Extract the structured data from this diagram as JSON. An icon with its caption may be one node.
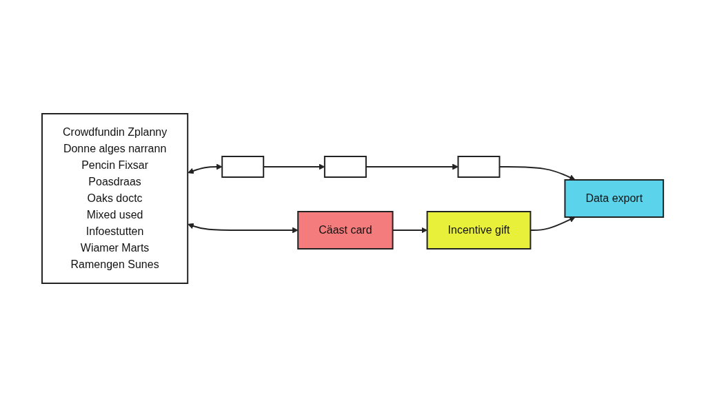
{
  "diagram": {
    "nodes": [
      {
        "text": [
          "Crowdfundin Zplanny",
          "Donne alges narrann",
          "Pencin Fixsar",
          "Poasdraas",
          "Oaks doctc",
          "Mixed used",
          "Infoestutten",
          "Wiamer Marts",
          "Ramengen Sunes"
        ]
      },
      {
        "text": [],
        "shape": "box"
      },
      {
        "text": [],
        "shape": "box"
      },
      {
        "text": [],
        "shape": "box"
      },
      {
        "text": [
          "Cäast card"
        ]
      },
      {
        "text": [
          "Incentive gift"
        ]
      },
      {
        "text": [
          "Data export"
        ]
      }
    ],
    "edges": [
      {
        "from": 0,
        "to": 1,
        "arrow": "both"
      },
      {
        "from": 0,
        "to": 4,
        "arrow": "both"
      },
      {
        "from": 1,
        "to": 2,
        "arrow": "to"
      },
      {
        "from": 2,
        "to": 3,
        "arrow": "to"
      },
      {
        "from": 3,
        "to": 6,
        "arrow": "to"
      },
      {
        "from": 4,
        "to": 5,
        "arrow": "to"
      },
      {
        "from": 5,
        "to": 6,
        "arrow": "to"
      }
    ]
  }
}
